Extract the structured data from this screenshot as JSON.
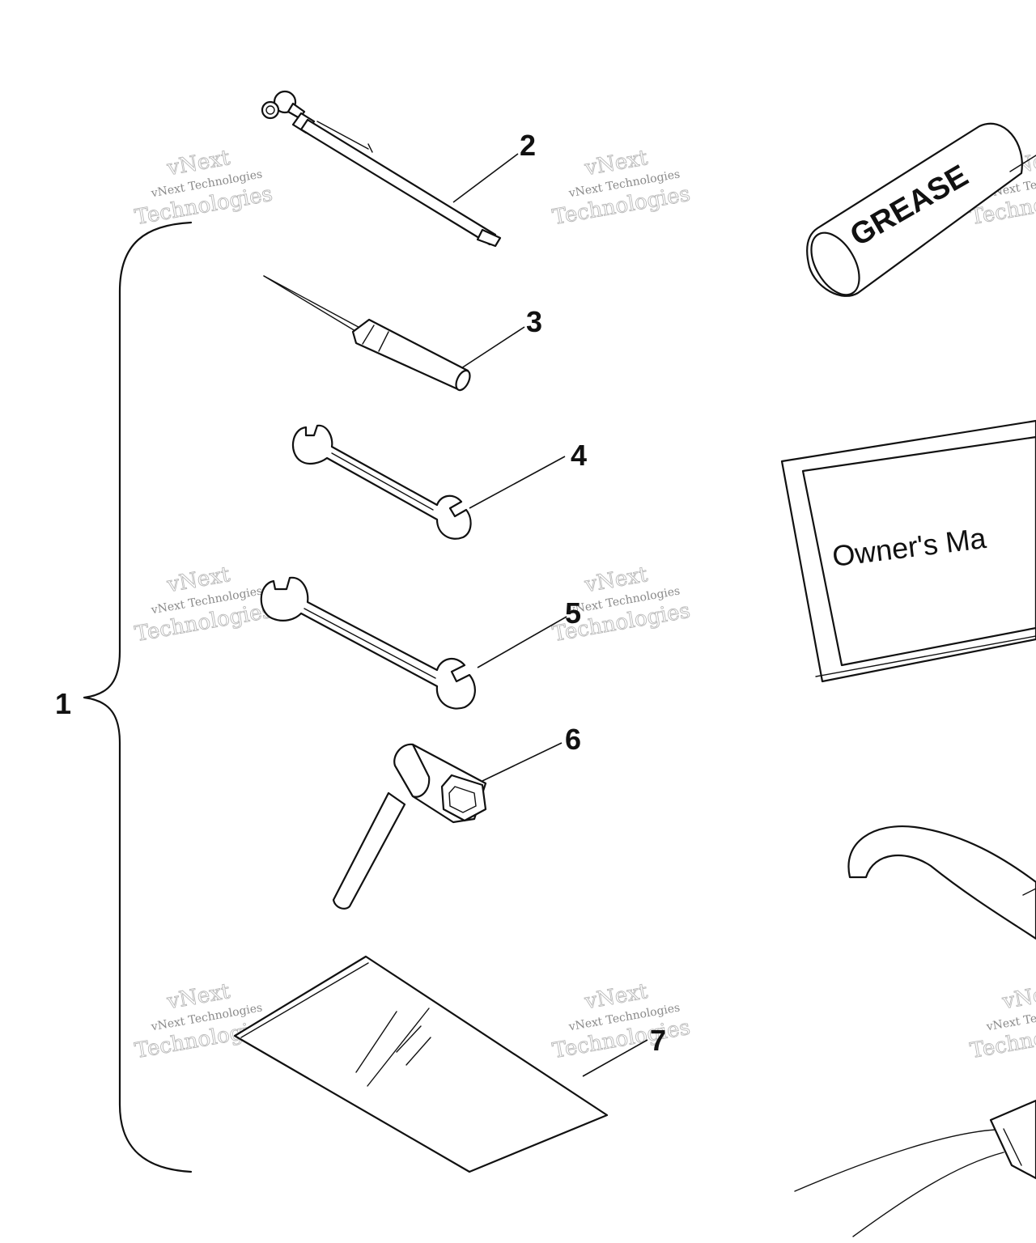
{
  "callouts": {
    "c1": "1",
    "c2": "2",
    "c3": "3",
    "c4": "4",
    "c5": "5",
    "c6": "6",
    "c7": "7"
  },
  "labels": {
    "grease": "GREASE",
    "manual": "Owner's Ma"
  },
  "watermark": {
    "line1": "vNext",
    "line2": "vNext Technologies",
    "line3": "Technologies"
  }
}
